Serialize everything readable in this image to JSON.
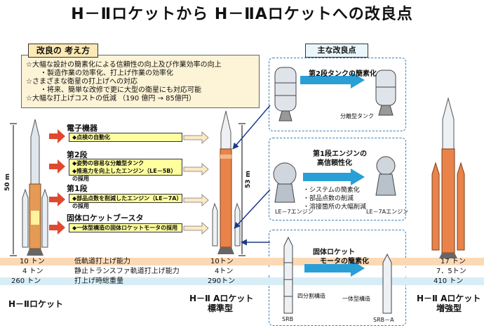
{
  "title": "H－Ⅱロケットから H－ⅡAロケットへの改良点",
  "concept": {
    "tag": "改良の 考え方",
    "lines": [
      "☆大幅な設計の簡素化による信頼性の向上及び作業効率の向上",
      "・製造作業の効率化、打上げ作業の効率化",
      "☆さまざまな衛星の打上げへの対応",
      "・将来、簡単な改修で更に大型の衛星にも対応可能",
      "☆大幅な打上げコストの低減 （190 億円 → 85億円）"
    ]
  },
  "main_points_tag": "主な改良点",
  "categories": [
    {
      "name": "電子機器",
      "items": [
        "◆点検の自動化"
      ]
    },
    {
      "name": "第2段",
      "items": [
        "◆姿勢の容易な分離型タンク",
        "◆推進力を向上したエンジン（LE－5B）の採用"
      ]
    },
    {
      "name": "第1段",
      "items": [
        "◆部品点数を削減したエンジン（LE－7A）の採用"
      ]
    },
    {
      "name": "固体ロケットブースタ",
      "items": [
        "◆一体型構造の固体ロケットモータの採用"
      ]
    }
  ],
  "heights": {
    "h2": "50 m",
    "h2a": "53 m"
  },
  "performance": {
    "rows": [
      {
        "h2": "10 トン",
        "label": "低軌道打上げ能力",
        "std": "10トン",
        "aug": "17 トン"
      },
      {
        "h2": "4 トン",
        "label": "静止トランスファ軌道打上げ能力",
        "std": "4トン",
        "aug": "7．5トン"
      },
      {
        "h2": "260 トン",
        "label": "打上げ時総重量",
        "std": "290トン",
        "aug": "410 トン"
      }
    ]
  },
  "rocket_labels": {
    "h2": "H－Ⅱロケット",
    "h2a_std_line1": "H－Ⅱ Aロケット",
    "h2a_std_line2": "標準型",
    "h2a_aug_line1": "H－Ⅱ Aロケット",
    "h2a_aug_line2": "増強型"
  },
  "panel1": {
    "title": "第2段タンクの簡素化",
    "caption": "分離型タンク"
  },
  "panel2": {
    "title_line1": "第1段エンジンの",
    "title_line2": "高信頼性化",
    "bullets": [
      "・システムの簡素化",
      "・部品点数の削減",
      "・溶接箇所の大幅削減"
    ],
    "left_caption": "LE－7エンジン",
    "right_caption": "LE－7Aエンジン"
  },
  "panel3": {
    "title_line1": "固体ロケット",
    "title_line2": "モータの簡素化",
    "left_caption": "四分割構造",
    "right_caption": "一体型構造",
    "srb": "SRB",
    "srba": "SRB－A"
  },
  "colors": {
    "orange": "#e07a3c",
    "blue_arrow": "#2a9fd6",
    "yellow_box": "#ffff9e",
    "stripe_orange": "#fcd9b5",
    "stripe_blue": "#d8eef7",
    "panel_border": "#3a80b8"
  }
}
